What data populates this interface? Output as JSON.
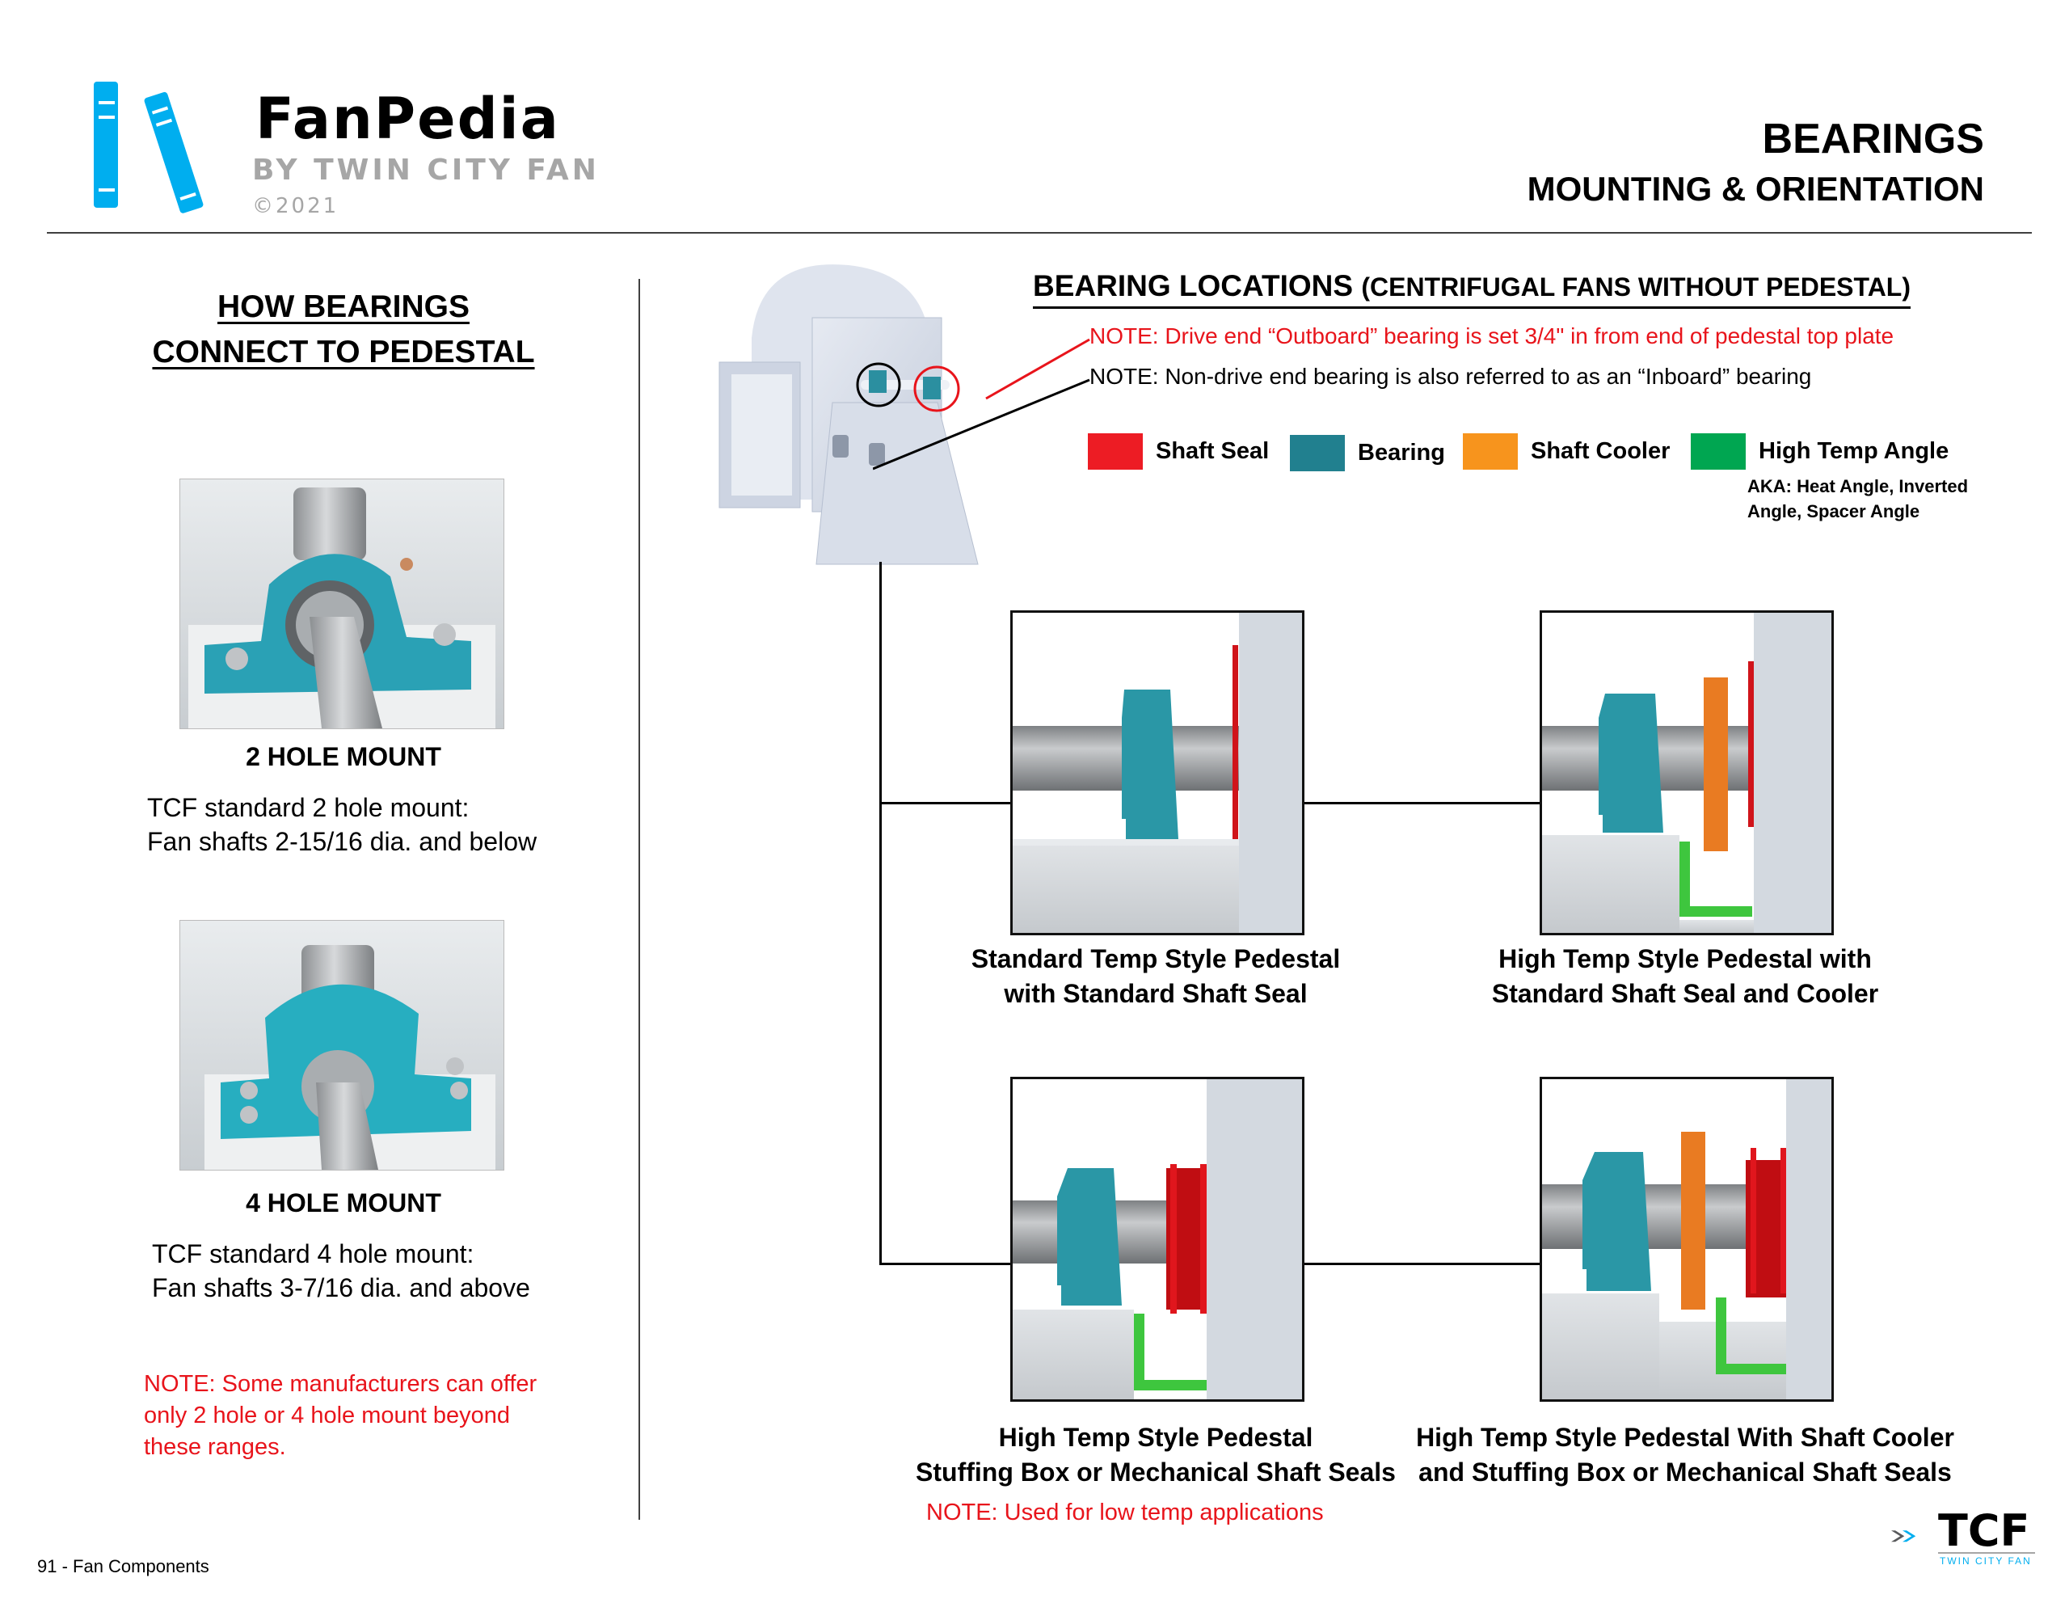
{
  "header": {
    "brand_name": "FanPedia",
    "brand_byline": "by Twin City Fan",
    "brand_copyright": "©2021",
    "title": "BEARINGS",
    "subtitle": "MOUNTING & ORIENTATION",
    "logo_icon": "books-icon"
  },
  "left_panel": {
    "heading_line1": "HOW BEARINGS",
    "heading_line2": "CONNECT TO PEDESTAL",
    "two_hole": {
      "title": "2 HOLE MOUNT",
      "desc_line1": "TCF standard 2 hole mount:",
      "desc_line2": "Fan shafts 2-15/16 dia. and below"
    },
    "four_hole": {
      "title": "4 HOLE MOUNT",
      "desc_line1": "TCF standard 4 hole mount:",
      "desc_line2": "Fan shafts 3-7/16 dia. and above"
    },
    "note_line1": "NOTE: Some manufacturers can offer",
    "note_line2": "only 2 hole or 4 hole mount beyond",
    "note_line3": "these ranges."
  },
  "right_panel": {
    "locations_title": "BEARING LOCATIONS",
    "locations_subtitle": "(CENTRIFUGAL FANS WITHOUT PEDESTAL)",
    "note_outboard": "NOTE: Drive end “Outboard” bearing is set 3/4\" in from end of pedestal top plate",
    "note_inboard": "NOTE: Non-drive end bearing is also referred to as an “Inboard” bearing",
    "legend": [
      {
        "label": "Shaft Seal",
        "color": "#ED1C24"
      },
      {
        "label": "Bearing",
        "color": "#21808F"
      },
      {
        "label": "Shaft Cooler",
        "color": "#F7941D"
      },
      {
        "label": "High Temp Angle",
        "color": "#00A651"
      }
    ],
    "aka_line1": "AKA: Heat Angle, Inverted",
    "aka_line2": "Angle, Spacer Angle",
    "diagrams": [
      {
        "caption_line1": "Standard Temp Style Pedestal",
        "caption_line2": "with Standard Shaft Seal"
      },
      {
        "caption_line1": "High Temp Style Pedestal with",
        "caption_line2": "Standard  Shaft Seal and Cooler"
      },
      {
        "caption_line1": "High Temp Style Pedestal",
        "caption_line2": "Stuffing Box or Mechanical Shaft Seals"
      },
      {
        "caption_line1": "High Temp Style Pedestal With Shaft Cooler",
        "caption_line2": "and Stuffing Box or Mechanical Shaft Seals"
      }
    ],
    "low_temp_note": "NOTE: Used for low temp applications"
  },
  "footer": {
    "page_label": "91 - Fan Components",
    "tcf_logo_text": "TCF",
    "tcf_logo_sub": "Twin City Fan"
  }
}
